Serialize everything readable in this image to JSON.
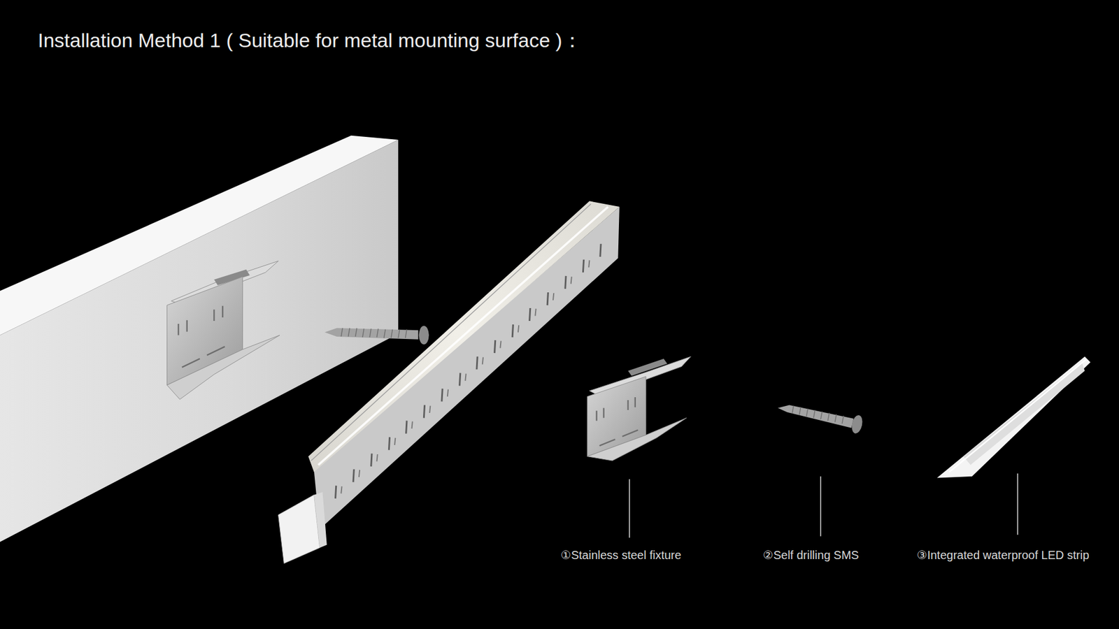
{
  "diagram": {
    "title": "Installation Method 1 ( Suitable for metal mounting surface )：",
    "labels": [
      "①Stainless steel fixture",
      "②Self drilling SMS",
      "③Integrated waterproof LED strip"
    ]
  }
}
